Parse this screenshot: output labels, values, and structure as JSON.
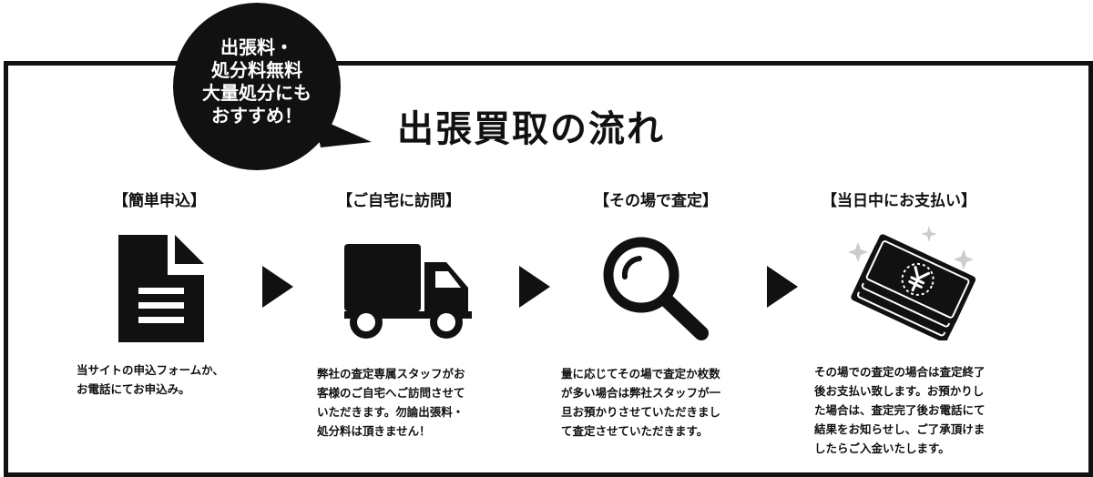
{
  "badge": {
    "lines": [
      "出張料・",
      "処分料無料",
      "大量処分にも",
      "おすすめ！"
    ]
  },
  "title": "出張買取の流れ",
  "steps": [
    {
      "label": "【簡単申込】",
      "icon": "document-icon",
      "desc": [
        "当サイトの申込フォームか、",
        "お電話にてお申込み。"
      ]
    },
    {
      "label": "【ご自宅に訪問】",
      "icon": "truck-icon",
      "desc": [
        "弊社の査定専属スタッフがお",
        "客様のご自宅へご訪問させて",
        "いただきます。勿論出張料・",
        "処分料は頂きません！"
      ]
    },
    {
      "label": "【その場で査定】",
      "icon": "magnifier-icon",
      "desc": [
        "量に応じてその場で査定か枚数",
        "が多い場合は弊社スタッフが一",
        "旦お預かりさせていただきまし",
        "て査定させていただきます。"
      ]
    },
    {
      "label": "【当日中にお支払い】",
      "icon": "yen-bills-icon",
      "desc": [
        "その場での査定の場合は査定終了",
        "後お支払い致します。お預かりし",
        "た場合は、査定完了後お電話にて",
        "結果をお知らせし、ご了承頂けま",
        "したらご入金いたします。"
      ]
    }
  ],
  "colors": {
    "ink": "#111111",
    "background": "#ffffff",
    "sparkle": "#cccccc"
  }
}
